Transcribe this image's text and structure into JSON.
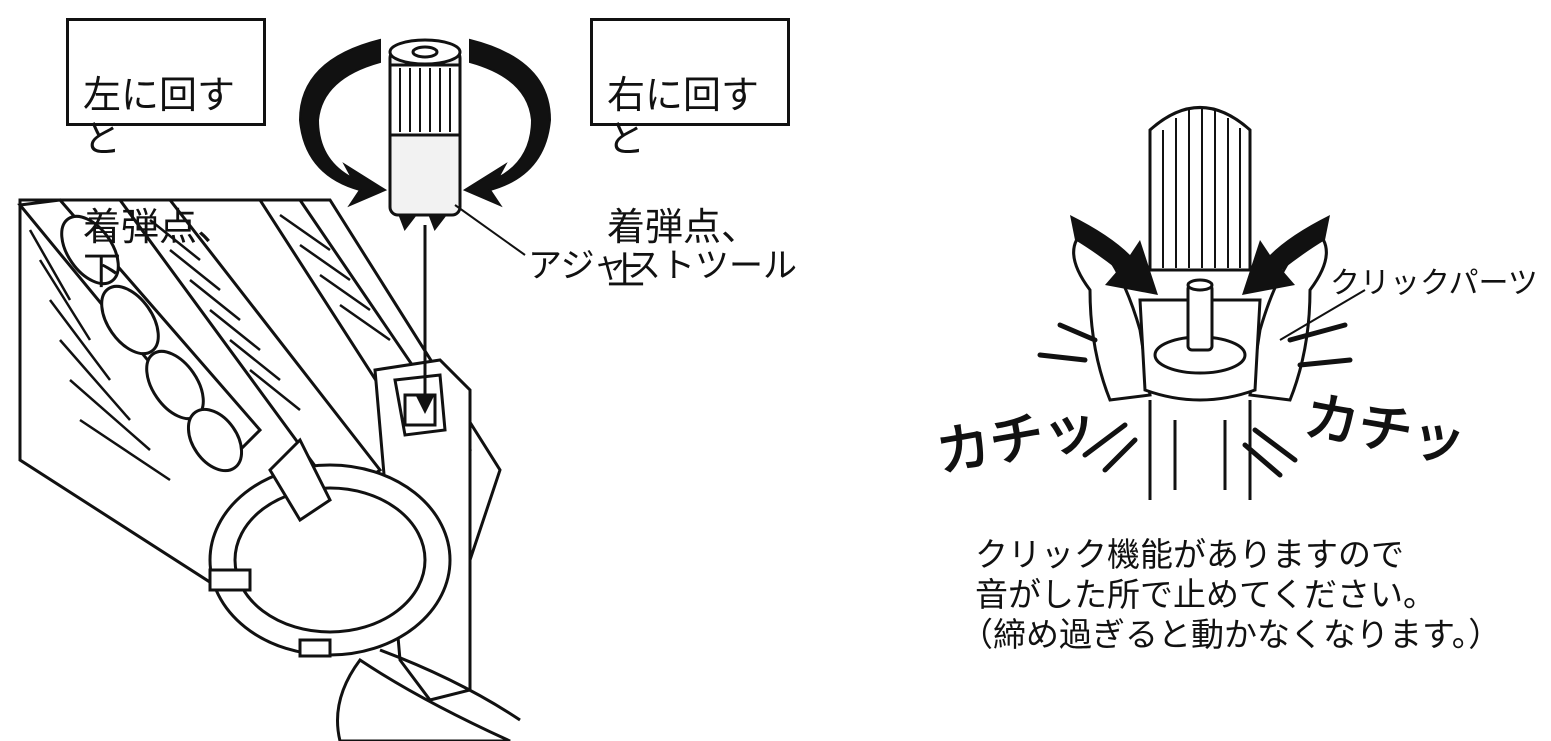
{
  "left_panel": {
    "label_left_line1": "左に回すと",
    "label_left_line2": "着弾点、下",
    "label_right_line1": "右に回すと",
    "label_right_line2": "着弾点、上",
    "tool_label": "アジャストツール",
    "icons": [
      "rotate-ccw-arrow-icon",
      "rotate-cw-arrow-icon",
      "down-arrow-icon"
    ]
  },
  "right_panel": {
    "part_label": "クリックパーツ",
    "sound_left": "カチッ",
    "sound_right": "カチッ",
    "note_line1": "クリック機能がありますので",
    "note_line2": "音がした所で止めてください。",
    "note_line3": "（締め過ぎると動かなくなります。）"
  },
  "colors": {
    "ink": "#111111",
    "background": "#ffffff",
    "tool_fill": "#f2f2f2"
  }
}
